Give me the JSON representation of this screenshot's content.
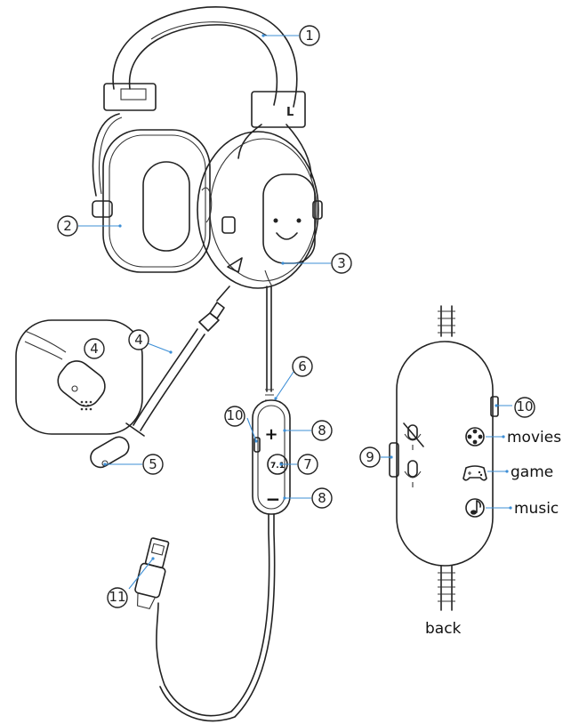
{
  "callouts": {
    "c1": "1",
    "c2": "2",
    "c3": "3",
    "c4a": "4",
    "c4b": "4",
    "c5": "5",
    "c6": "6",
    "c7": "7",
    "c8a": "8",
    "c8b": "8",
    "c9": "9",
    "c10a": "10",
    "c10b": "10",
    "c11": "11"
  },
  "headset": {
    "side_label": "L"
  },
  "controller": {
    "surround_label": "7.1",
    "plus": "+",
    "minus": "−"
  },
  "modes": {
    "movies": "movies",
    "game": "game",
    "music": "music",
    "back": "back"
  },
  "colors": {
    "callout_line": "#3d8fd6",
    "outline": "#222222"
  },
  "icons": [
    "mic-muted-icon",
    "mic-icon",
    "movies-reel-icon",
    "gamepad-icon",
    "music-note-icon"
  ]
}
